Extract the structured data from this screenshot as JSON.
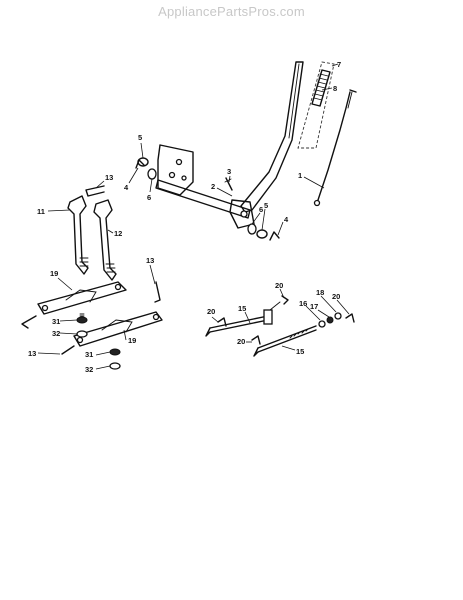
{
  "watermark": "AppliancePartsPros.com",
  "callouts": [
    {
      "id": "c-7",
      "label": "7"
    },
    {
      "id": "c-8",
      "label": "8"
    },
    {
      "id": "c-5a",
      "label": "5"
    },
    {
      "id": "c-3",
      "label": "3"
    },
    {
      "id": "c-4a",
      "label": "4"
    },
    {
      "id": "c-6a",
      "label": "6"
    },
    {
      "id": "c-2",
      "label": "2"
    },
    {
      "id": "c-1",
      "label": "1"
    },
    {
      "id": "c-6b",
      "label": "6"
    },
    {
      "id": "c-5b",
      "label": "5"
    },
    {
      "id": "c-4b",
      "label": "4"
    },
    {
      "id": "c-13a",
      "label": "13"
    },
    {
      "id": "c-11",
      "label": "11"
    },
    {
      "id": "c-12",
      "label": "12"
    },
    {
      "id": "c-13b",
      "label": "13"
    },
    {
      "id": "c-19a",
      "label": "19"
    },
    {
      "id": "c-31a",
      "label": "31"
    },
    {
      "id": "c-32a",
      "label": "32"
    },
    {
      "id": "c-13c",
      "label": "13"
    },
    {
      "id": "c-19b",
      "label": "19"
    },
    {
      "id": "c-31b",
      "label": "31"
    },
    {
      "id": "c-32b",
      "label": "32"
    },
    {
      "id": "c-20a",
      "label": "20"
    },
    {
      "id": "c-15a",
      "label": "15"
    },
    {
      "id": "c-18",
      "label": "18"
    },
    {
      "id": "c-20b",
      "label": "20"
    },
    {
      "id": "c-16",
      "label": "16"
    },
    {
      "id": "c-17",
      "label": "17"
    },
    {
      "id": "c-20c",
      "label": "20"
    },
    {
      "id": "c-20d",
      "label": "20"
    },
    {
      "id": "c-15b",
      "label": "15"
    }
  ]
}
